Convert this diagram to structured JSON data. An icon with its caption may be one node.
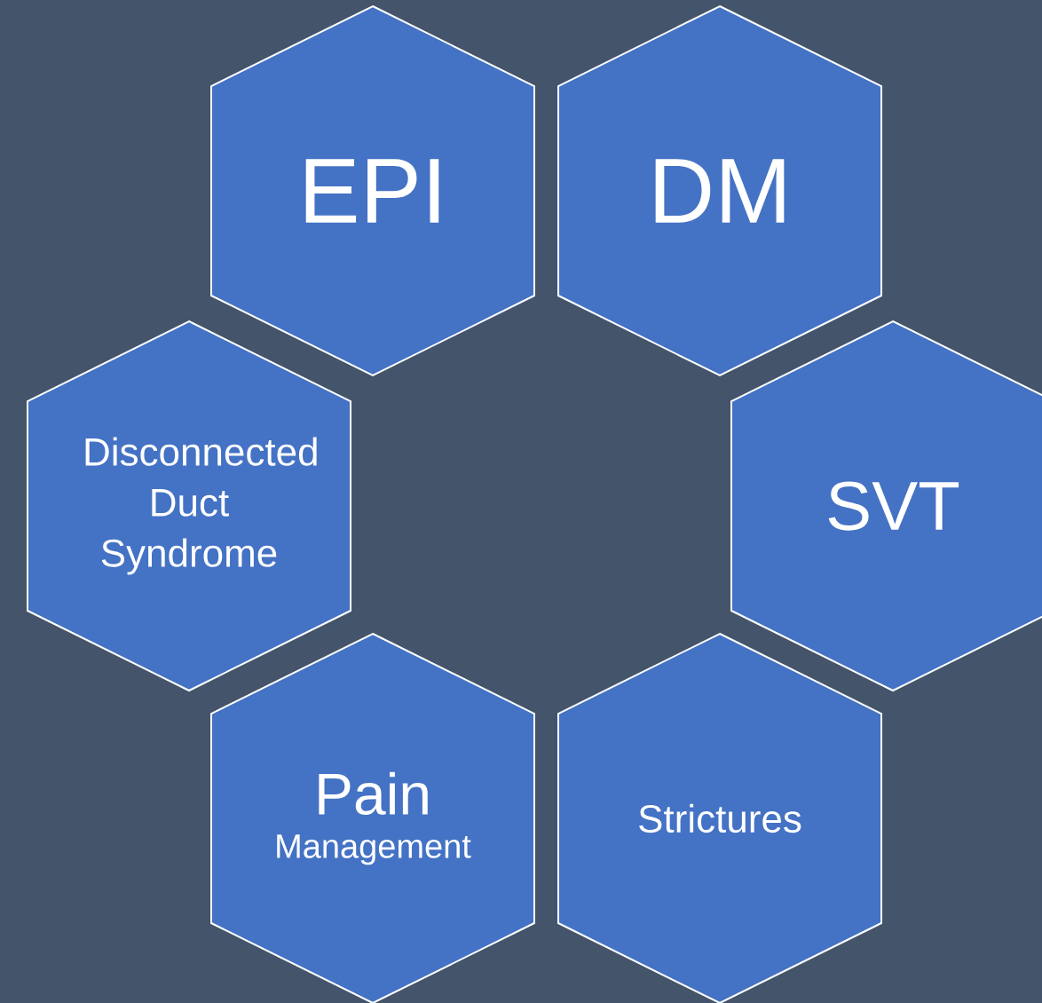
{
  "diagram": {
    "nodes": [
      {
        "text": [
          "EPI"
        ]
      },
      {
        "text": [
          "DM"
        ]
      },
      {
        "text": [
          "Disconnected Duct Syndrome"
        ]
      },
      {
        "text": [
          "SVT"
        ]
      },
      {
        "text": [
          "Pain",
          "Management"
        ]
      },
      {
        "text": [
          "Strictures"
        ]
      }
    ]
  }
}
